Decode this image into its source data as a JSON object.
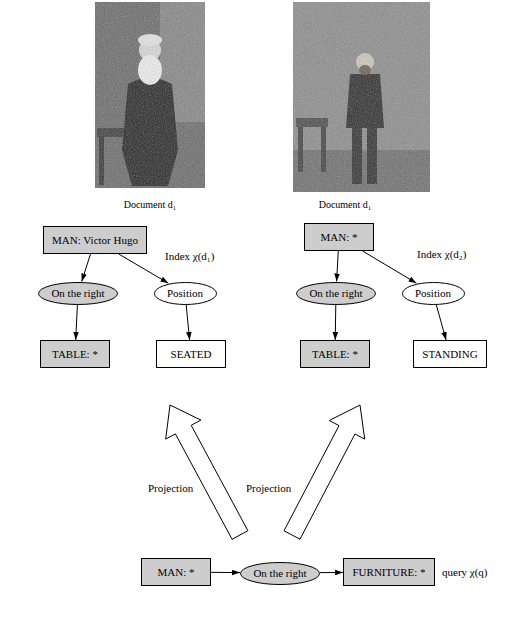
{
  "diagram": {
    "nodes": [
      {
        "text": [
          "MAN: Victor Hugo"
        ]
      },
      {
        "text": [
          "On the right"
        ]
      },
      {
        "text": [
          "Position"
        ]
      },
      {
        "text": [
          "TABLE: *"
        ]
      },
      {
        "text": [
          "SEATED"
        ]
      },
      {
        "text": [
          "MAN: *"
        ]
      },
      {
        "text": [
          "On the right"
        ]
      },
      {
        "text": [
          "Position"
        ]
      },
      {
        "text": [
          "TABLE: *"
        ]
      },
      {
        "text": [
          "STANDING"
        ]
      },
      {
        "text": [
          "MAN: *"
        ]
      },
      {
        "text": [
          "On the right"
        ]
      },
      {
        "text": [
          "FURNITURE: *"
        ]
      }
    ],
    "edges": [
      {
        "from": 0,
        "to": 1,
        "arrow": "to"
      },
      {
        "from": 0,
        "to": 2,
        "arrow": "to"
      },
      {
        "from": 1,
        "to": 3,
        "arrow": "to"
      },
      {
        "from": 2,
        "to": 4,
        "arrow": "to"
      },
      {
        "from": 5,
        "to": 6,
        "arrow": "to"
      },
      {
        "from": 5,
        "to": 7,
        "arrow": "to"
      },
      {
        "from": 6,
        "to": 8,
        "arrow": "to"
      },
      {
        "from": 7,
        "to": 9,
        "arrow": "to"
      },
      {
        "from": 10,
        "to": 11,
        "arrow": "to"
      },
      {
        "from": 11,
        "to": 12,
        "arrow": "to"
      }
    ],
    "labels": [
      "Document d₁",
      "Document d₁",
      "Index χ(d₁)",
      "Index χ(d₂)",
      "Projection",
      "Projection",
      "query χ(q)"
    ]
  }
}
